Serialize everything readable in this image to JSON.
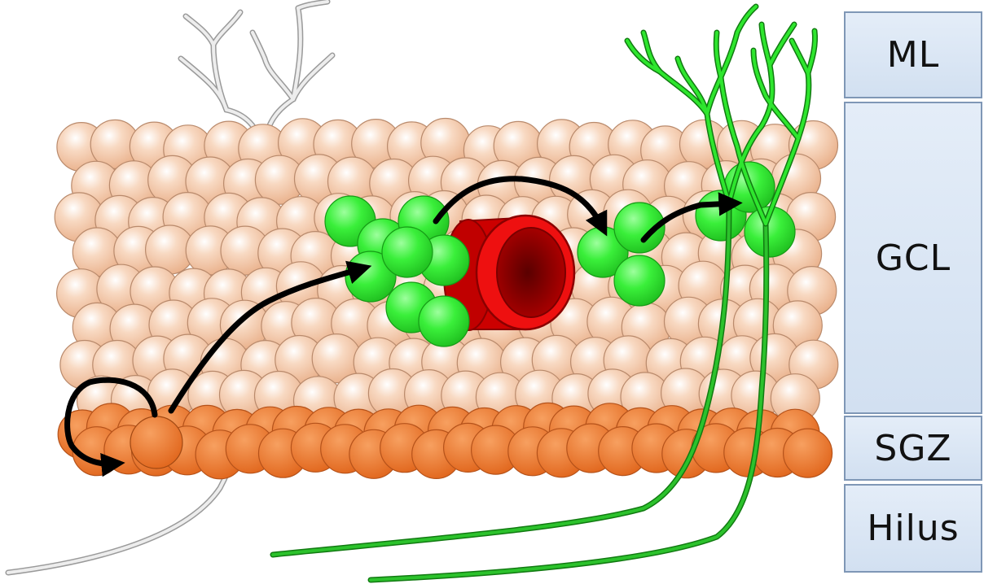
{
  "layers": {
    "ml": "ML",
    "gcl": "GCL",
    "sgz": "SGZ",
    "hilus": "Hilus"
  },
  "colors": {
    "granule_cell": "#f4c6a4",
    "stem_cell": "#f07a2a",
    "newborn_cell": "#2ee62e",
    "blood_vessel": "#cc0000",
    "dendrite_green": "#22aa22",
    "dendrite_gray": "#bdbdbd",
    "arrow": "#000000",
    "layer_box": "#dbe6f4"
  },
  "icons": [
    "migration-arrow",
    "blood-vessel",
    "granule-cell",
    "stem-cell",
    "newborn-neuron"
  ]
}
